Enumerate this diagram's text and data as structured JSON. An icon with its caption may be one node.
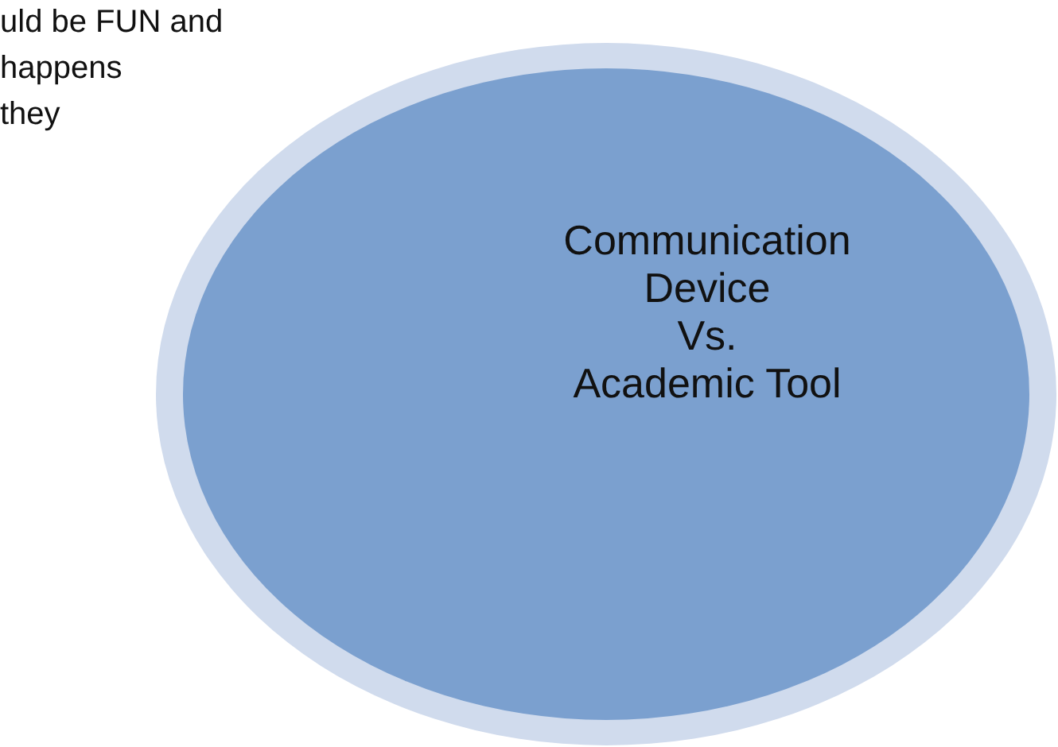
{
  "diagram": {
    "nodes": [
      {
        "text": [
          "Communication Device",
          "Vs.",
          "Academic Tool"
        ]
      }
    ],
    "labels": [
      "uld be FUN and",
      "happens",
      "they"
    ]
  }
}
